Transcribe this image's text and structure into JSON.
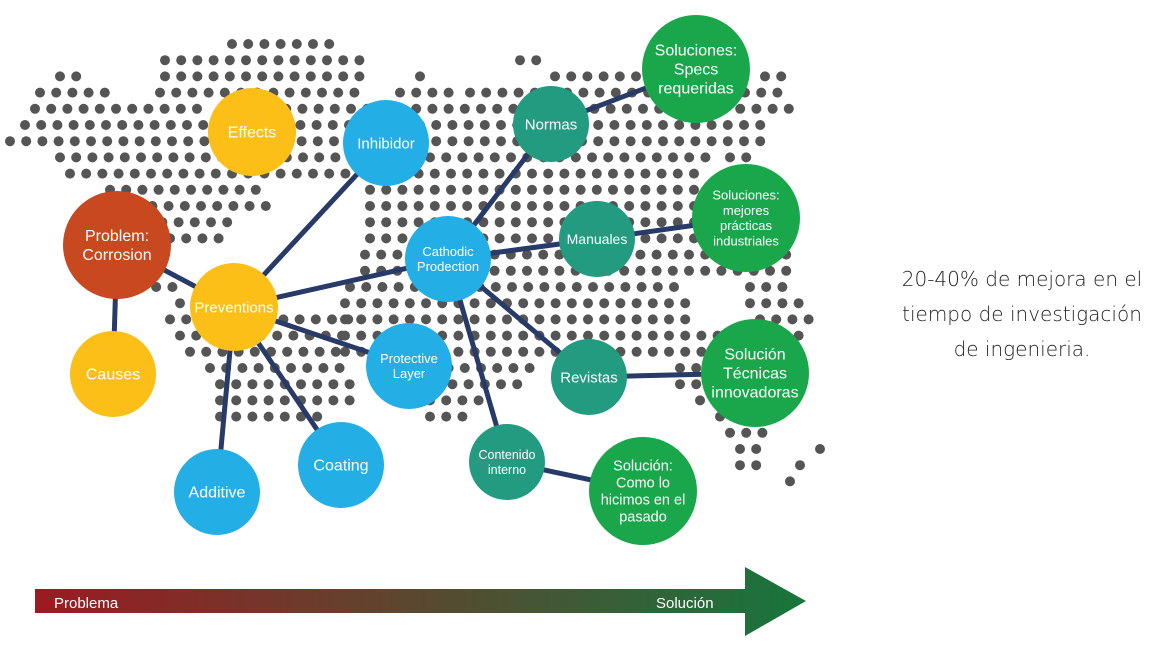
{
  "colors": {
    "edge": "#273a68",
    "dots": "#555555",
    "problem": "#c8481f",
    "yellow": "#fbbf17",
    "blue": "#23aee6",
    "teal": "#239b80",
    "green": "#1aa64a",
    "arrow_start": "#9c1a22",
    "arrow_end": "#17763d"
  },
  "nodes": [
    {
      "id": "problem-corrosion",
      "lines": [
        "Problem:",
        "Corrosion"
      ],
      "color": "problem"
    },
    {
      "id": "effects",
      "lines": [
        "Effects"
      ],
      "color": "yellow"
    },
    {
      "id": "causes",
      "lines": [
        "Causes"
      ],
      "color": "yellow"
    },
    {
      "id": "preventions",
      "lines": [
        "Preventions"
      ],
      "color": "yellow"
    },
    {
      "id": "inhibidor",
      "lines": [
        "Inhibidor"
      ],
      "color": "blue"
    },
    {
      "id": "cathodic-prodection",
      "lines": [
        "Cathodic",
        "Prodection"
      ],
      "color": "blue"
    },
    {
      "id": "protective-layer",
      "lines": [
        "Protective",
        "Layer"
      ],
      "color": "blue"
    },
    {
      "id": "additive",
      "lines": [
        "Additive"
      ],
      "color": "blue"
    },
    {
      "id": "coating",
      "lines": [
        "Coating"
      ],
      "color": "blue"
    },
    {
      "id": "normas",
      "lines": [
        "Normas"
      ],
      "color": "teal"
    },
    {
      "id": "manuales",
      "lines": [
        "Manuales"
      ],
      "color": "teal"
    },
    {
      "id": "revistas",
      "lines": [
        "Revistas"
      ],
      "color": "teal"
    },
    {
      "id": "contenido-interno",
      "lines": [
        "Contenido",
        "interno"
      ],
      "color": "teal"
    },
    {
      "id": "soluciones-specs",
      "lines": [
        "Soluciones:",
        "Specs",
        "requeridas"
      ],
      "color": "green"
    },
    {
      "id": "soluciones-mejores",
      "lines": [
        "Soluciones:",
        "mejores",
        "prácticas",
        "industriales"
      ],
      "color": "green"
    },
    {
      "id": "solucion-tecnicas",
      "lines": [
        "Solución",
        "Técnicas",
        "innovadoras"
      ],
      "color": "green"
    },
    {
      "id": "solucion-como",
      "lines": [
        "Solución:",
        "Como lo",
        "hicimos en el",
        "pasado"
      ],
      "color": "green"
    }
  ],
  "edges": [
    [
      "problem-corrosion",
      "causes"
    ],
    [
      "problem-corrosion",
      "preventions"
    ],
    [
      "preventions",
      "inhibidor"
    ],
    [
      "preventions",
      "cathodic-prodection"
    ],
    [
      "preventions",
      "protective-layer"
    ],
    [
      "preventions",
      "additive"
    ],
    [
      "preventions",
      "coating"
    ],
    [
      "cathodic-prodection",
      "normas"
    ],
    [
      "cathodic-prodection",
      "manuales"
    ],
    [
      "cathodic-prodection",
      "revistas"
    ],
    [
      "cathodic-prodection",
      "contenido-interno"
    ],
    [
      "normas",
      "soluciones-specs"
    ],
    [
      "manuales",
      "soluciones-mejores"
    ],
    [
      "revistas",
      "solucion-tecnicas"
    ],
    [
      "contenido-interno",
      "solucion-como"
    ]
  ],
  "arrow": {
    "start_label": "Problema",
    "end_label": "Solución"
  },
  "tagline": {
    "line1": "20-40% de mejora en el",
    "line2": "tiempo de investigación",
    "line3": "de ingenieria."
  }
}
